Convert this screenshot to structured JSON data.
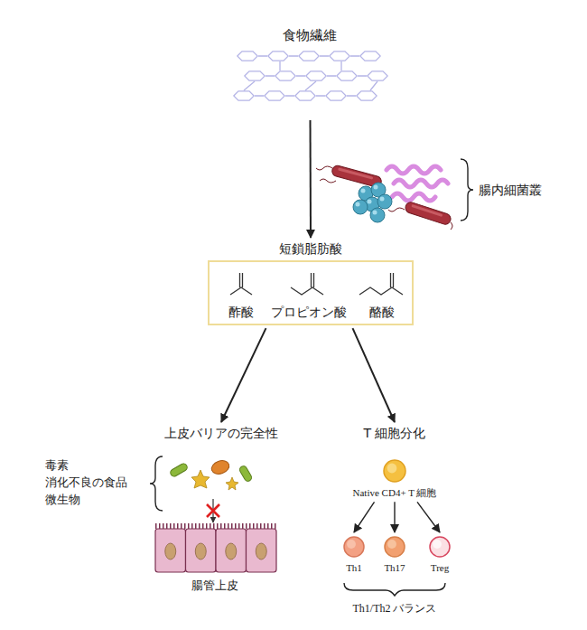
{
  "diagram": {
    "nodes": [
      {
        "text": [
          "食物繊維"
        ]
      },
      {
        "text": [
          "短鎖脂肪酸",
          "酢酸",
          "プロピオン酸",
          "酪酸"
        ]
      },
      {
        "text": [
          "上皮バリアの完全性"
        ]
      },
      {
        "text": [
          "T 細胞分化"
        ]
      },
      {
        "text": [
          "Native CD4+ T 細胞"
        ]
      },
      {
        "text": [
          "Th1"
        ]
      },
      {
        "text": [
          "Th17"
        ]
      },
      {
        "text": [
          "Treg"
        ]
      }
    ],
    "edges": [
      {
        "from": 0,
        "to": 1,
        "arrow": "to"
      },
      {
        "from": 1,
        "to": 2,
        "arrow": "to"
      },
      {
        "from": 1,
        "to": 3,
        "arrow": "to"
      },
      {
        "from": 4,
        "to": 5,
        "arrow": "to"
      },
      {
        "from": 4,
        "to": 6,
        "arrow": "to"
      },
      {
        "from": 4,
        "to": 7,
        "arrow": "to"
      }
    ],
    "labels": [
      "腸内細菌叢",
      "毒素",
      "消化不良の食品",
      "微生物",
      "腸管上皮",
      "Th1/Th2 バランス"
    ]
  }
}
